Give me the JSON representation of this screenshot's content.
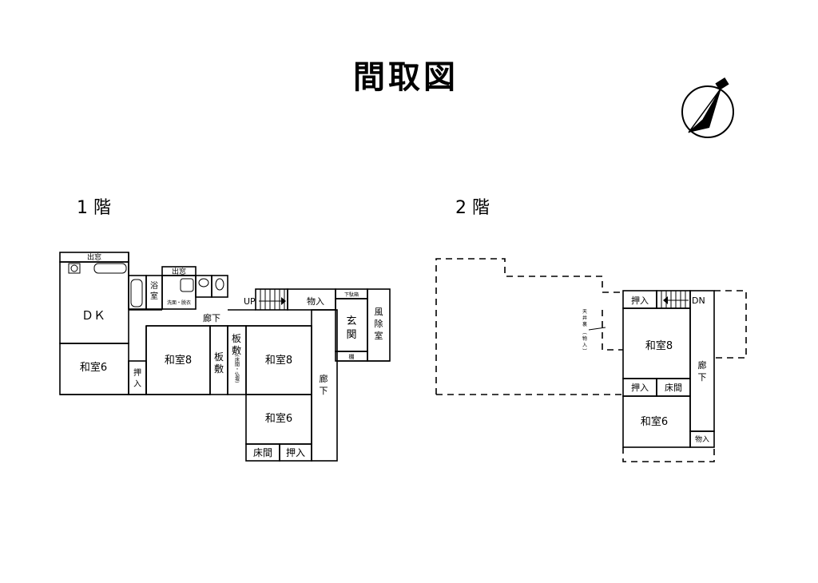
{
  "title": "間取図",
  "floor1": {
    "label": "1 階",
    "rooms": {
      "demado_top": "出窓",
      "dk": "ＤＫ",
      "washitsu6_left": "和室6",
      "oshiire_left": "押\n入",
      "yokushitsu": "浴\n室",
      "demado_mid": "出窓",
      "senmen": "洗面・脱衣",
      "washitsu8_mid": "和室8",
      "itajiki_a": "板\n敷",
      "itajiki_b": "板\n敷",
      "itajiki_note": "(床間・仏壇)",
      "washitsu8_right": "和室8",
      "washitsu6_bottom": "和室6",
      "tokonoma_bottom": "床間",
      "oshiire_bottom": "押入",
      "rouka_top": "廊下",
      "rouka_right": "廊\n下",
      "up": "UP",
      "mono_ire": "物入",
      "getabako": "下駄箱",
      "tana": "棚",
      "genkan": "玄\n関",
      "fujoshitsu": "風\n除\n室"
    }
  },
  "floor2": {
    "label": "2 階",
    "rooms": {
      "oshiire_top": "押入",
      "dn": "DN",
      "tenjoura": "天\n井\n裏\n︵\n物\n入\n︶",
      "washitsu8": "和室8",
      "rouka": "廊\n下",
      "oshiire_mid": "押入",
      "tokonoma": "床間",
      "washitsu6": "和室6",
      "mono_ire": "物入"
    }
  },
  "compass": "north-arrow-icon"
}
